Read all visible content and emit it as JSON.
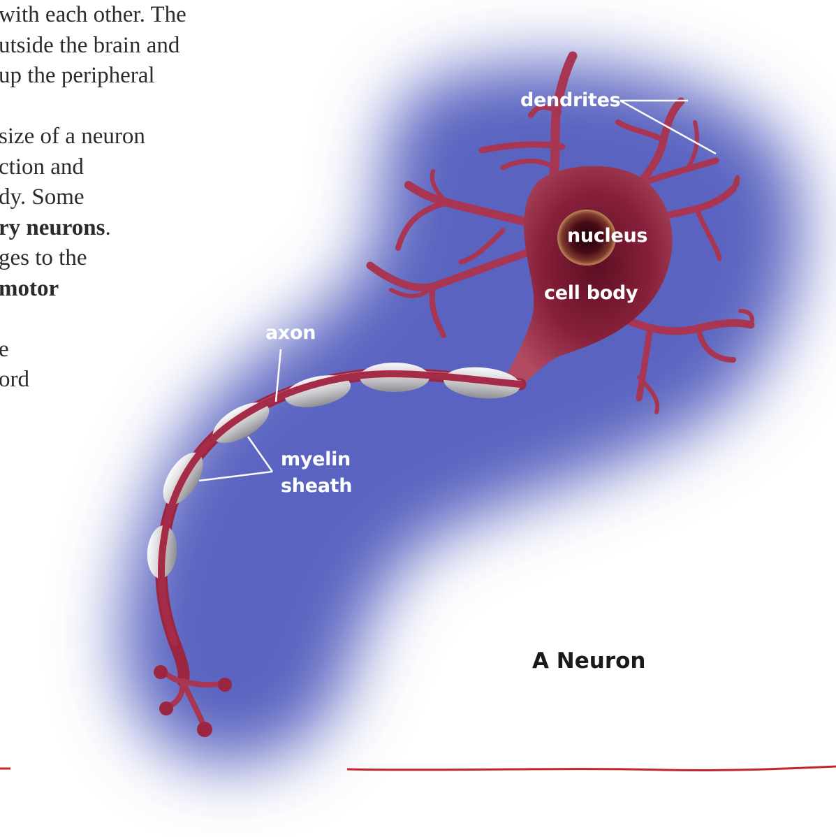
{
  "body_text": {
    "line_1": "with each other. The",
    "line_2": "utside the brain and",
    "line_3": "up the peripheral",
    "line_4": "",
    "line_5": "size of a neuron",
    "line_6": "ction and",
    "line_7": "dy. Some",
    "line_8_bold": "ry neurons",
    "line_8_tail": ".",
    "line_9": "ges to the",
    "line_10_bold": "motor",
    "line_11": "",
    "line_12": "e",
    "line_13": "ord"
  },
  "labels": {
    "dendrites": "dendrites",
    "nucleus": "nucleus",
    "cell_body": "cell body",
    "axon": "axon",
    "myelin_line1": "myelin",
    "myelin_line2": "sheath"
  },
  "caption": "A Neuron",
  "colors": {
    "background_glow": "#5a63c0",
    "neuron_body": "#8a1f3a",
    "neuron_highlight": "#c2566a",
    "myelin": "#d9d9d9",
    "label_text": "#ffffff",
    "rule_line": "#c4262e",
    "body_text": "#2b2b2b"
  }
}
